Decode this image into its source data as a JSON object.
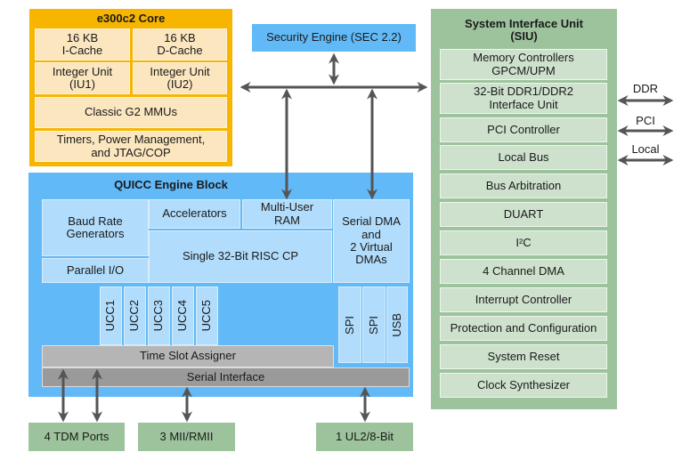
{
  "core": {
    "title": "e300c2 Core",
    "icache": "16 KB\nI-Cache",
    "dcache": "16 KB\nD-Cache",
    "iu1": "Integer Unit\n(IU1)",
    "iu2": "Integer Unit\n(IU2)",
    "mmu": "Classic G2 MMUs",
    "timers": "Timers, Power Management,\nand JTAG/COP"
  },
  "security": {
    "label": "Security Engine (SEC 2.2)"
  },
  "siu": {
    "title": "System Interface Unit\n(SIU)",
    "rows": [
      "Memory Controllers\nGPCM/UPM",
      "32-Bit DDR1/DDR2\nInterface Unit",
      "PCI Controller",
      "Local Bus",
      "Bus Arbitration",
      "DUART",
      "I²C",
      "4 Channel DMA",
      "Interrupt Controller",
      "Protection and Configuration",
      "System Reset",
      "Clock Synthesizer"
    ],
    "external": [
      "DDR",
      "PCI",
      "Local"
    ]
  },
  "quicc": {
    "title": "QUICC Engine Block",
    "baud": "Baud Rate\nGenerators",
    "accel": "Accelerators",
    "muram": "Multi-User\nRAM",
    "serial_dma": "Serial DMA\nand\n2 Virtual\nDMAs",
    "parallel": "Parallel I/O",
    "risc": "Single 32-Bit RISC CP",
    "uccs": [
      "UCC1",
      "UCC2",
      "UCC3",
      "UCC4",
      "UCC5"
    ],
    "periph": [
      "SPI",
      "SPI",
      "USB"
    ],
    "tsa": "Time Slot Assigner",
    "si": "Serial Interface"
  },
  "ports": {
    "tdm": "4 TDM Ports",
    "mii": "3 MII/RMII",
    "ul2": "1 UL2/8-Bit"
  },
  "colors": {
    "core": "#f7b500",
    "core_cell": "#fbe6bf",
    "quicc": "#62b9f7",
    "quicc_cell": "#b1dcfb",
    "siu": "#9dc39d",
    "siu_cell": "#cde1cd",
    "arrow": "#555555"
  }
}
